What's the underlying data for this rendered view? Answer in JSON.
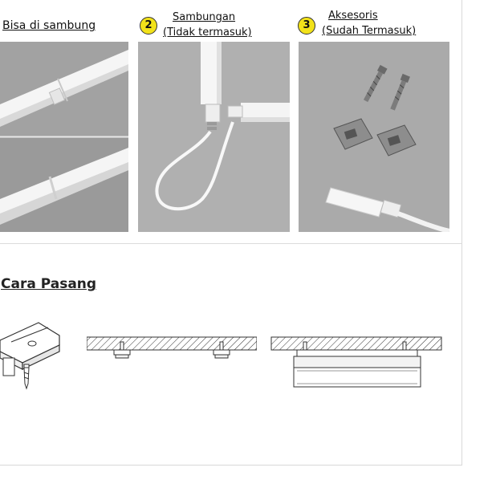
{
  "sections": {
    "bisa": {
      "title": "Bisa di sambung"
    },
    "sambungan": {
      "number": "2",
      "title": "Sambungan",
      "subtitle": "(Tidak termasuk)"
    },
    "aksesoris": {
      "number": "3",
      "title": "Aksesoris",
      "subtitle": "(Sudah Termasuk)"
    }
  },
  "cara_pasang": {
    "title": "Cara Pasang"
  },
  "colors": {
    "badge": "#f2e21a",
    "photo_bg": "#a9a9a9",
    "tube": "#f4f4f4"
  }
}
